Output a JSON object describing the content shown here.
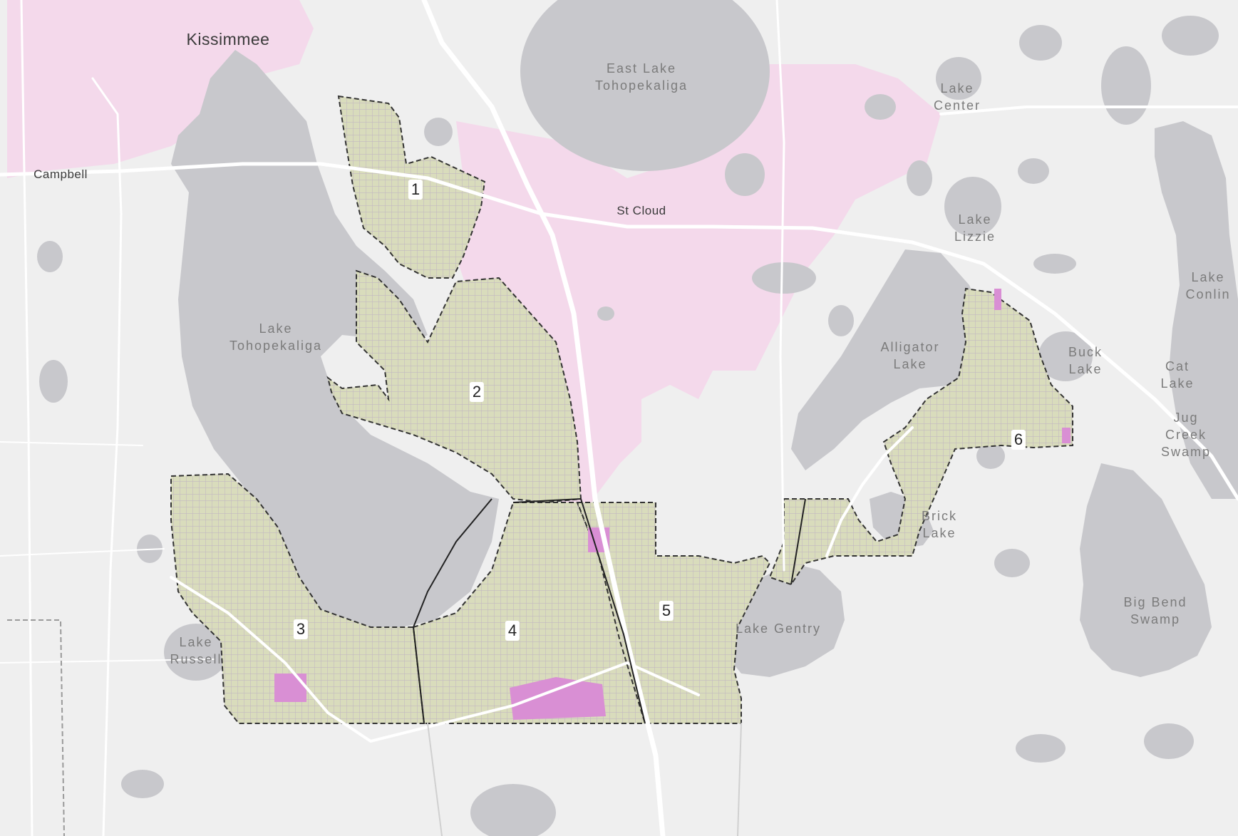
{
  "map": {
    "places": {
      "kissimmee": "Kissimmee",
      "campbell": "Campbell",
      "st_cloud": "St Cloud"
    },
    "water": {
      "east_lake_toho": "East Lake\nTohopekaliga",
      "lake_toho": "Lake\nTohopekaliga",
      "lake_center": "Lake\nCenter",
      "lake_lizzie": "Lake\nLizzie",
      "lake_conlin": "Lake\nConlin",
      "buck_lake": "Buck\nLake",
      "cat_lake": "Cat\nLake",
      "jug_creek_swamp": "Jug\nCreek\nSwamp",
      "alligator_lake": "Alligator\nLake",
      "brick_lake": "Brick\nLake",
      "lake_gentry": "Lake Gentry",
      "big_bend_swamp": "Big Bend\nSwamp",
      "lake_russell": "Lake\nRussell"
    },
    "districts": [
      "1",
      "2",
      "3",
      "4",
      "5",
      "6"
    ],
    "colors": {
      "background": "#efefef",
      "water": "#c8c8cc",
      "urban_pink": "#f3d7ea",
      "district_fill": "#d9dcbc",
      "district_border": "#333333",
      "road": "#ffffff",
      "institutional": "#d98fd4"
    }
  }
}
